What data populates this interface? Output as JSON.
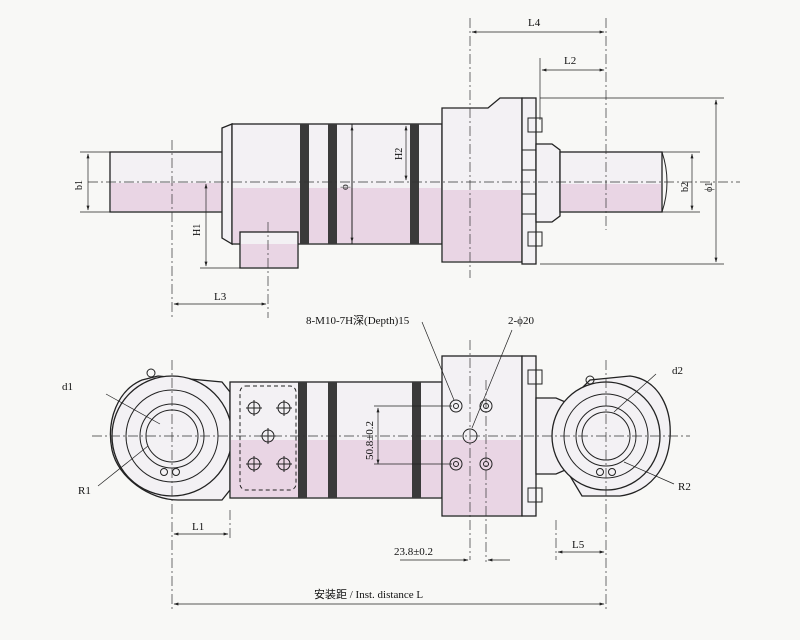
{
  "labels": {
    "L4": "L4",
    "L2": "L2",
    "H2": "H2",
    "H1": "H1",
    "b1": "b1",
    "b2": "b2",
    "phi": "ϕ",
    "phi1": "ϕ1",
    "L3": "L3",
    "thread_callout": "8-M10-7H深(Depth)15",
    "hole_callout": "2-ϕ20",
    "d1": "d1",
    "d2": "d2",
    "R1": "R1",
    "R2": "R2",
    "L1": "L1",
    "L5": "L5",
    "dim_508": "50.8±0.2",
    "dim_238": "23.8±0.2",
    "inst_distance": "安装距 / Inst. distance  L"
  },
  "colors": {
    "shade": "#e9d5e4",
    "band": "#3a3a3a",
    "line": "#222222"
  }
}
